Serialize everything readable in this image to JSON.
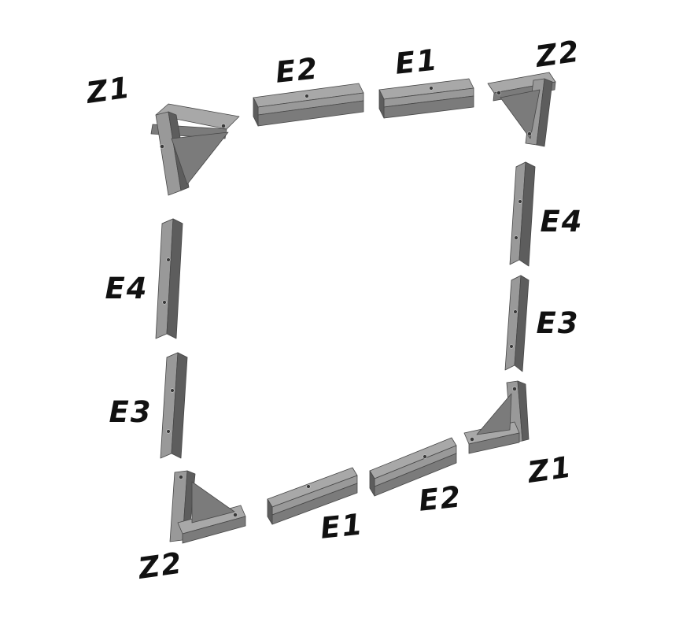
{
  "diagram_title": "square-frame-parts-exploded-diagram",
  "colors": {
    "bg": "#ffffff",
    "label": "#111111",
    "part-top": "#a8a8a8",
    "part-light": "#999999",
    "part-mid": "#7b7b7b",
    "part-dark": "#5d5d5d",
    "part-edge": "#474747",
    "hole": "#3a3a3a"
  },
  "labels": [
    {
      "id": "z1-top-left-corner-bracket",
      "text": "Z1"
    },
    {
      "id": "e2-top-rail",
      "text": "E2"
    },
    {
      "id": "e1-top-rail",
      "text": "E1"
    },
    {
      "id": "z2-top-right-corner-bracket",
      "text": "Z2"
    },
    {
      "id": "e4-right-rail",
      "text": "E4"
    },
    {
      "id": "e3-right-rail",
      "text": "E3"
    },
    {
      "id": "z1-bottom-right-corner-bracket",
      "text": "Z1"
    },
    {
      "id": "e2-bottom-rail",
      "text": "E2"
    },
    {
      "id": "e1-bottom-rail",
      "text": "E1"
    },
    {
      "id": "z2-bottom-left-corner-bracket",
      "text": "Z2"
    },
    {
      "id": "e4-left-rail",
      "text": "E4"
    },
    {
      "id": "e3-left-rail",
      "text": "E3"
    }
  ]
}
